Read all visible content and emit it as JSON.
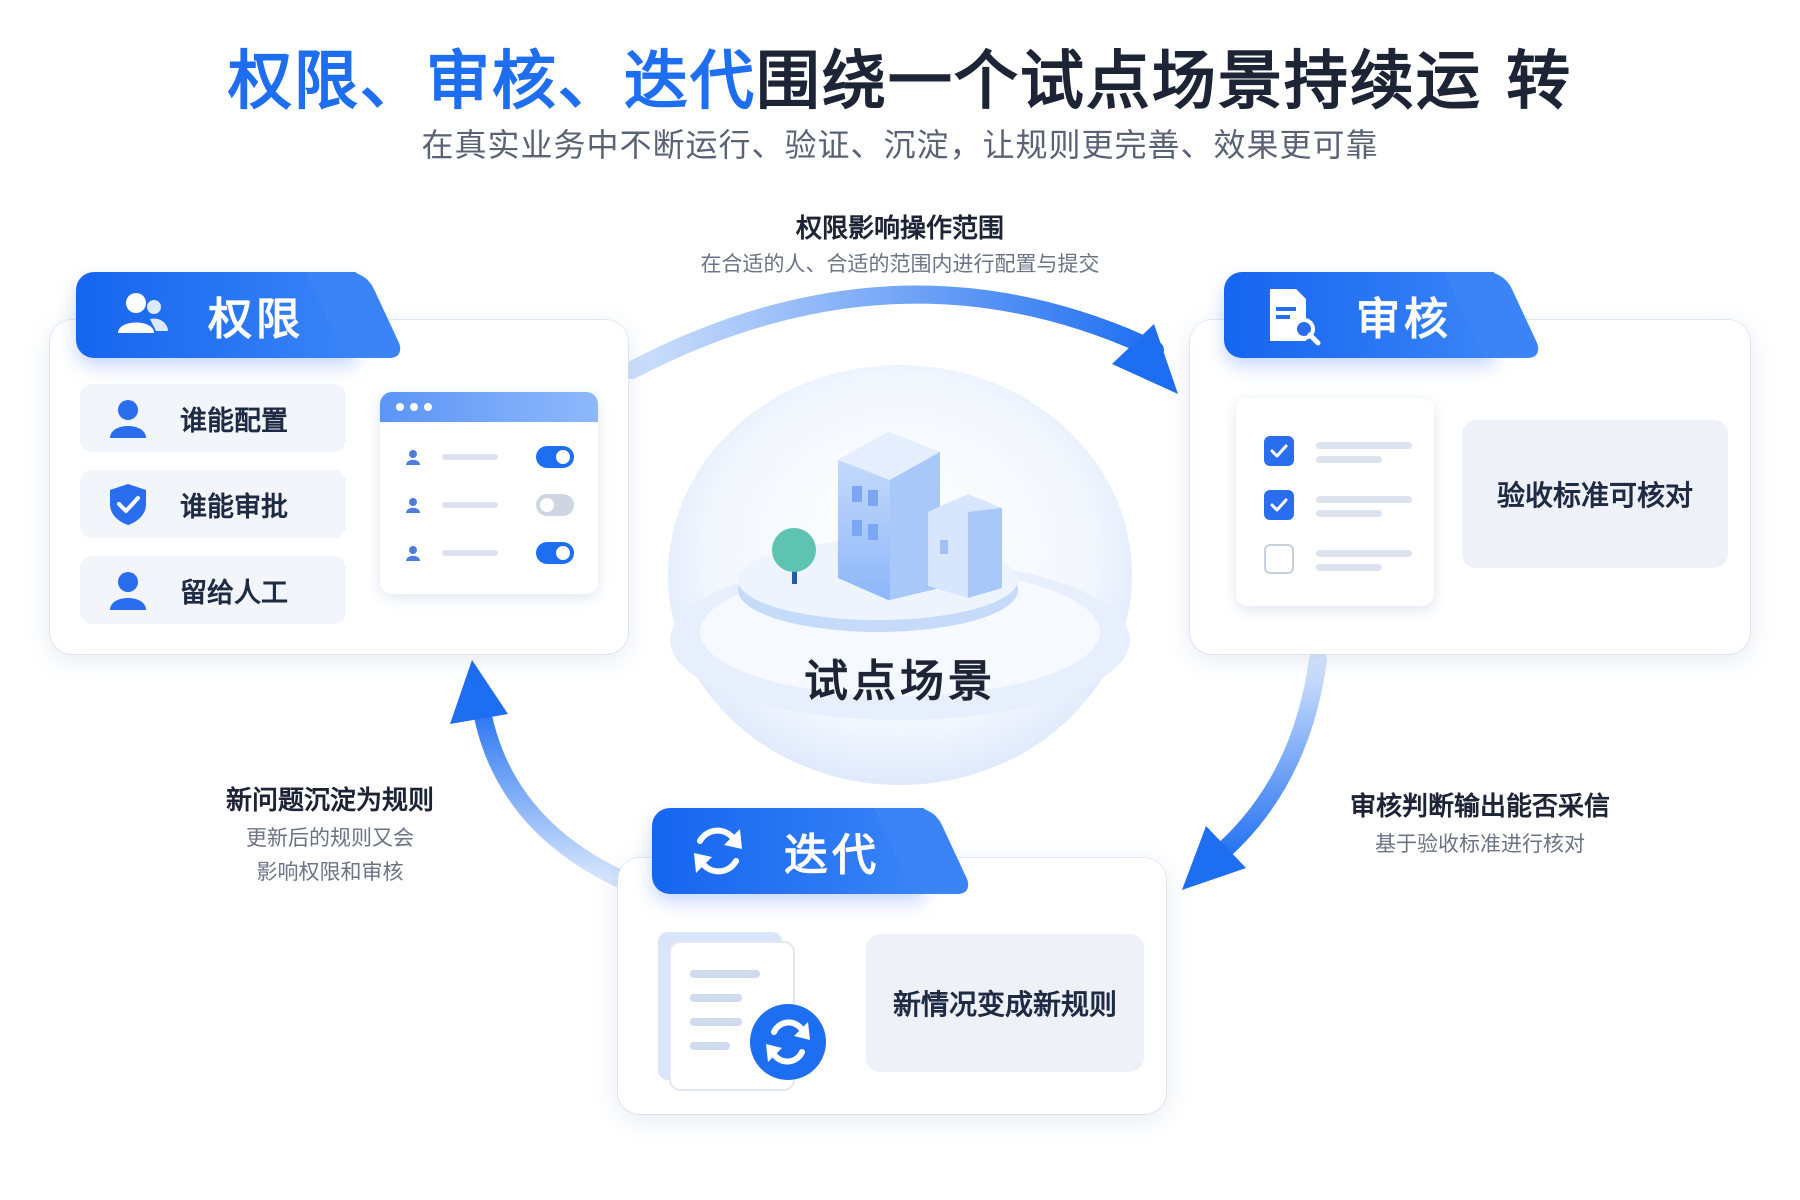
{
  "header": {
    "title_highlight": "权限、审核、迭代",
    "title_rest": "围绕一个试点场景持续运 转",
    "subtitle": "在真实业务中不断运行、验证、沉淀，让规则更完善、效果更可靠"
  },
  "arc_top": {
    "title": "权限影响操作范围",
    "subtitle": "在合适的人、合适的范围内进行配置与提交"
  },
  "arc_right": {
    "title": "审核判断输出能否采信",
    "subtitle": "基于验收标准进行核对"
  },
  "arc_left": {
    "title": "新问题沉淀为规则",
    "subtitle_line1": "更新后的规则又会",
    "subtitle_line2": "影响权限和审核"
  },
  "center": {
    "label": "试点场景"
  },
  "permission": {
    "tab_label": "权限",
    "items": [
      {
        "label": "谁能配置",
        "icon": "user-icon"
      },
      {
        "label": "谁能审批",
        "icon": "shield-check-icon"
      },
      {
        "label": "留给人工",
        "icon": "user-icon"
      }
    ],
    "toggles": [
      {
        "state": "on"
      },
      {
        "state": "off"
      },
      {
        "state": "on"
      }
    ]
  },
  "review": {
    "tab_label": "审核",
    "checks": [
      {
        "checked": true
      },
      {
        "checked": true
      },
      {
        "checked": false
      }
    ],
    "box_label": "验收标准可核对"
  },
  "iteration": {
    "tab_label": "迭代",
    "box_label": "新情况变成新规则"
  },
  "colors": {
    "accent": "#1e6ef2",
    "accent_light": "#8db6fa",
    "text": "#1d2436",
    "muted": "#6b7385"
  }
}
